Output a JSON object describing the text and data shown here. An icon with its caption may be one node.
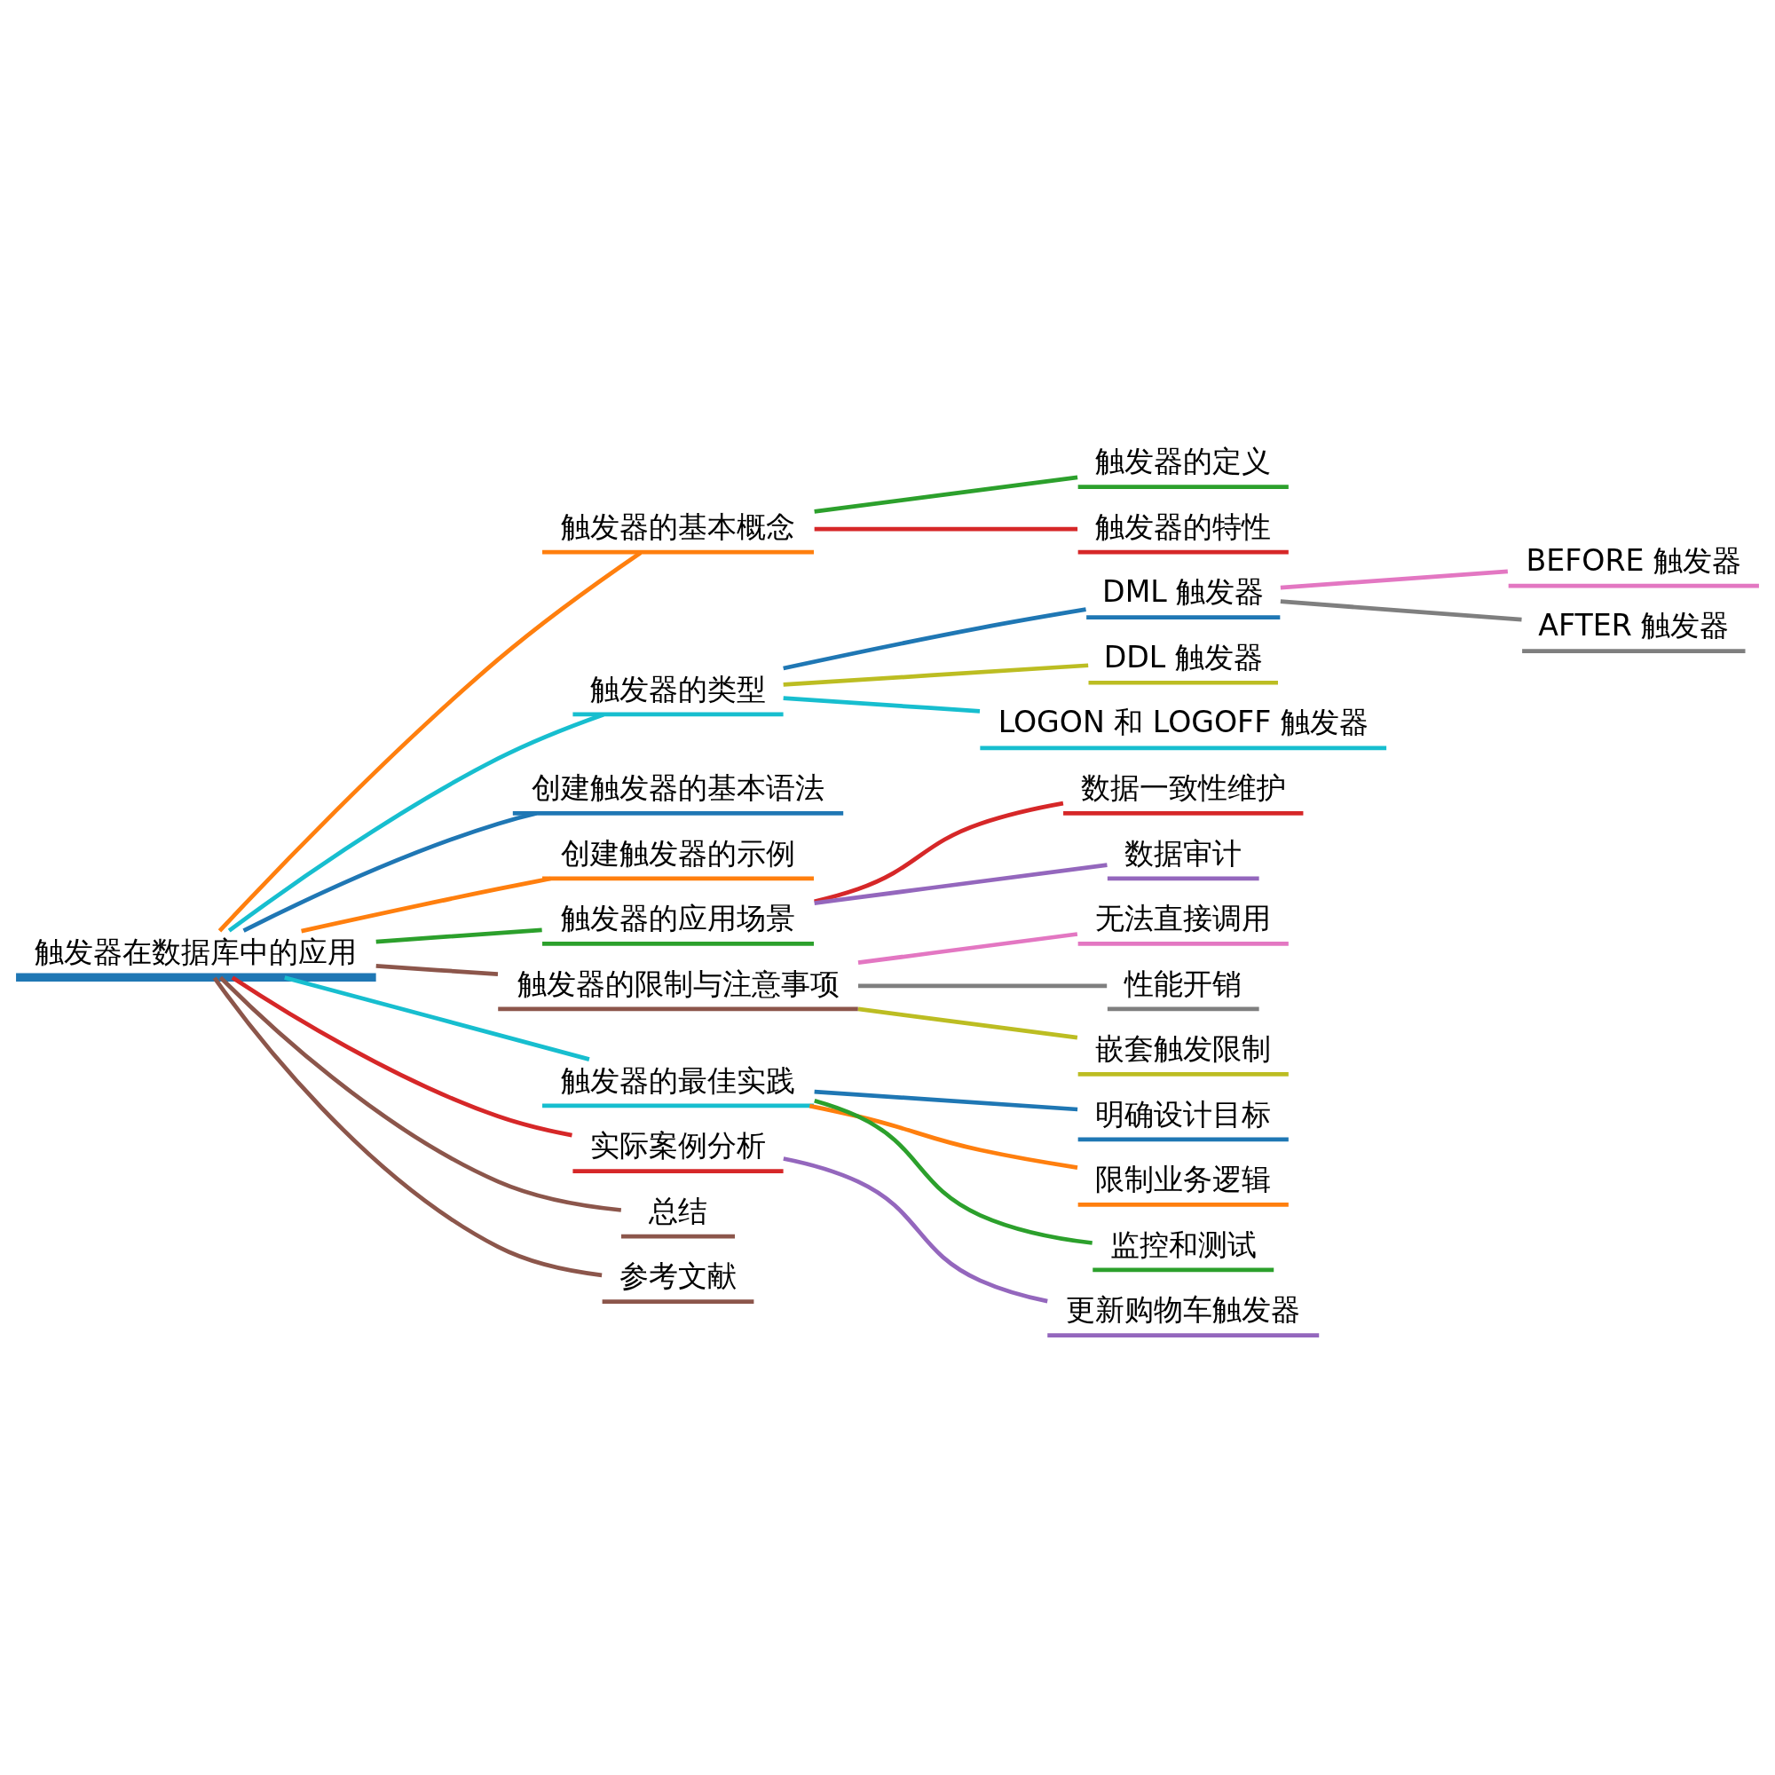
{
  "diagram": {
    "nodes": [
      {
        "text": [
          "触发器在数据库中的应用"
        ]
      },
      {
        "text": [
          "触发器的基本概念"
        ]
      },
      {
        "text": [
          "触发器的定义"
        ]
      },
      {
        "text": [
          "触发器的特性"
        ]
      },
      {
        "text": [
          "触发器的类型"
        ]
      },
      {
        "text": [
          "DML 触发器"
        ]
      },
      {
        "text": [
          "BEFORE 触发器"
        ]
      },
      {
        "text": [
          "AFTER 触发器"
        ]
      },
      {
        "text": [
          "DDL 触发器"
        ]
      },
      {
        "text": [
          "LOGON 和 LOGOFF 触发器"
        ]
      },
      {
        "text": [
          "创建触发器的基本语法"
        ]
      },
      {
        "text": [
          "创建触发器的示例"
        ]
      },
      {
        "text": [
          "触发器的应用场景"
        ]
      },
      {
        "text": [
          "数据一致性维护"
        ]
      },
      {
        "text": [
          "数据审计"
        ]
      },
      {
        "text": [
          "触发器的限制与注意事项"
        ]
      },
      {
        "text": [
          "无法直接调用"
        ]
      },
      {
        "text": [
          "性能开销"
        ]
      },
      {
        "text": [
          "嵌套触发限制"
        ]
      },
      {
        "text": [
          "触发器的最佳实践"
        ]
      },
      {
        "text": [
          "明确设计目标"
        ]
      },
      {
        "text": [
          "限制业务逻辑"
        ]
      },
      {
        "text": [
          "监控和测试"
        ]
      },
      {
        "text": [
          "实际案例分析"
        ]
      },
      {
        "text": [
          "更新购物车触发器"
        ]
      },
      {
        "text": [
          "总结"
        ]
      },
      {
        "text": [
          "参考文献"
        ]
      }
    ],
    "edges": [
      {
        "from": 0,
        "to": 1,
        "arrow": "none",
        "color": "#ff7f0e"
      },
      {
        "from": 1,
        "to": 2,
        "arrow": "none",
        "color": "#2ca02c"
      },
      {
        "from": 1,
        "to": 3,
        "arrow": "none",
        "color": "#d62728"
      },
      {
        "from": 0,
        "to": 4,
        "arrow": "none",
        "color": "#17becf"
      },
      {
        "from": 4,
        "to": 5,
        "arrow": "none",
        "color": "#1f77b4"
      },
      {
        "from": 5,
        "to": 6,
        "arrow": "none",
        "color": "#e377c2"
      },
      {
        "from": 5,
        "to": 7,
        "arrow": "none",
        "color": "#7f7f7f"
      },
      {
        "from": 4,
        "to": 8,
        "arrow": "none",
        "color": "#bcbd22"
      },
      {
        "from": 4,
        "to": 9,
        "arrow": "none",
        "color": "#17becf"
      },
      {
        "from": 0,
        "to": 10,
        "arrow": "none",
        "color": "#1f77b4"
      },
      {
        "from": 0,
        "to": 11,
        "arrow": "none",
        "color": "#ff7f0e"
      },
      {
        "from": 0,
        "to": 12,
        "arrow": "none",
        "color": "#2ca02c"
      },
      {
        "from": 12,
        "to": 13,
        "arrow": "none",
        "color": "#d62728"
      },
      {
        "from": 12,
        "to": 14,
        "arrow": "none",
        "color": "#9467bd"
      },
      {
        "from": 0,
        "to": 15,
        "arrow": "none",
        "color": "#8c564b"
      },
      {
        "from": 15,
        "to": 16,
        "arrow": "none",
        "color": "#e377c2"
      },
      {
        "from": 15,
        "to": 17,
        "arrow": "none",
        "color": "#7f7f7f"
      },
      {
        "from": 15,
        "to": 18,
        "arrow": "none",
        "color": "#bcbd22"
      },
      {
        "from": 0,
        "to": 19,
        "arrow": "none",
        "color": "#17becf"
      },
      {
        "from": 19,
        "to": 20,
        "arrow": "none",
        "color": "#1f77b4"
      },
      {
        "from": 19,
        "to": 21,
        "arrow": "none",
        "color": "#ff7f0e"
      },
      {
        "from": 19,
        "to": 22,
        "arrow": "none",
        "color": "#2ca02c"
      },
      {
        "from": 0,
        "to": 23,
        "arrow": "none",
        "color": "#d62728"
      },
      {
        "from": 23,
        "to": 24,
        "arrow": "none",
        "color": "#9467bd"
      },
      {
        "from": 0,
        "to": 25,
        "arrow": "none",
        "color": "#8c564b"
      },
      {
        "from": 0,
        "to": 26,
        "arrow": "none",
        "color": "#8c564b"
      }
    ]
  }
}
